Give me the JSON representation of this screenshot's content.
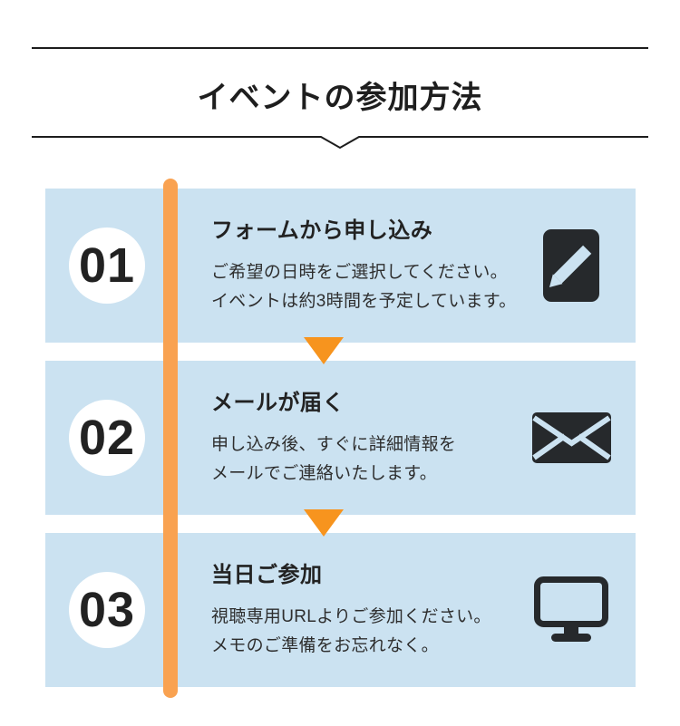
{
  "header": {
    "title": "イベントの参加方法"
  },
  "colors": {
    "card_bg": "#CBE2F1",
    "timeline_bar": "#F9A251",
    "arrow": "#F7941E",
    "icon_dark": "#26292C",
    "ink": "#1E1E1E"
  },
  "steps": [
    {
      "number": "01",
      "title": "フォームから申し込み",
      "lines": [
        "ご希望の日時をご選択してください。",
        "イベントは約3時間を予定しています。"
      ],
      "icon": "pencil-icon"
    },
    {
      "number": "02",
      "title": "メールが届く",
      "lines": [
        "申し込み後、すぐに詳細情報を",
        "メールでご連絡いたします。"
      ],
      "icon": "envelope-icon"
    },
    {
      "number": "03",
      "title": "当日ご参加",
      "lines": [
        "視聴専用URLよりご参加ください。",
        "メモのご準備をお忘れなく。"
      ],
      "icon": "monitor-icon"
    }
  ]
}
